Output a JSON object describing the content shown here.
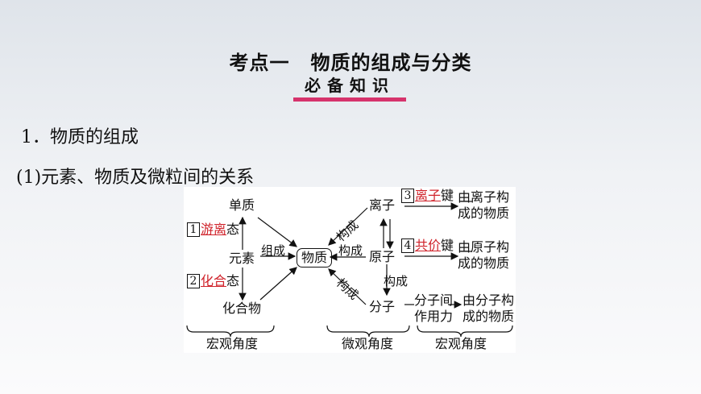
{
  "title": {
    "part1": "考点一",
    "part2": "物质的组成与分类"
  },
  "badge": "必备知识",
  "colors": {
    "accent": "#d6336c",
    "answer": "#d0232b"
  },
  "sections": {
    "h1": "1．物质的组成",
    "h2": "(1)元素、物质及微粒间的关系"
  },
  "diagram": {
    "nodes": {
      "single": "单质",
      "element": "元素",
      "compound": "化合物",
      "substance": "物质",
      "ion": "离子",
      "atom": "原子",
      "molecule": "分子"
    },
    "states": [
      {
        "num": "1",
        "answer": "游离",
        "suffix": "态"
      },
      {
        "num": "2",
        "answer": "化合",
        "suffix": "态"
      }
    ],
    "bonds": [
      {
        "num": "3",
        "answer": "离子",
        "suffix": "键"
      },
      {
        "num": "4",
        "answer": "共价",
        "suffix": "键"
      }
    ],
    "edge_labels": {
      "compose": "组成",
      "build_ion": "构成",
      "build_atom": "构成",
      "build_molecule": "构成",
      "atom_to_molecule": "构成"
    },
    "intermolecular": [
      "分子间",
      "作用力"
    ],
    "results": [
      [
        "由离子构",
        "成的物质"
      ],
      [
        "由原子构",
        "成的物质"
      ],
      [
        "由分子构",
        "成的物质"
      ]
    ],
    "brackets": [
      "宏观角度",
      "微观角度",
      "宏观角度"
    ]
  }
}
